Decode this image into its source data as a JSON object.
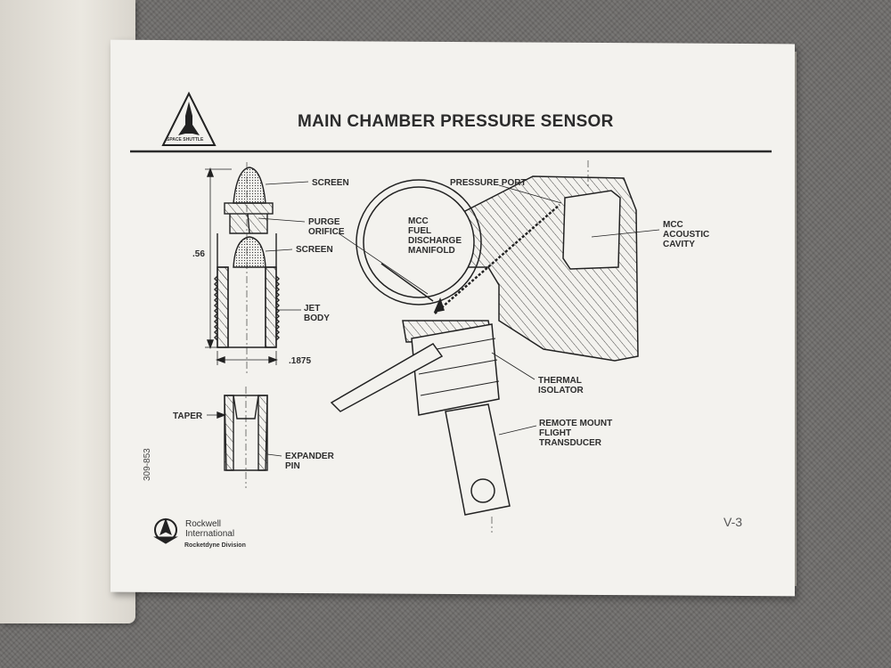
{
  "title": "MAIN CHAMBER PRESSURE SENSOR",
  "logo_text": "SPACE SHUTTLE",
  "labels": {
    "screen_top": "SCREEN",
    "purge_orifice": "PURGE\nORIFICE",
    "screen_mid": "SCREEN",
    "jet_body": "JET\nBODY",
    "dim_height": ".56",
    "dim_width": ".1875",
    "taper": "TAPER",
    "expander_pin": "EXPANDER\nPIN",
    "pressure_port": "PRESSURE PORT",
    "mcc_fuel": "MCC\nFUEL\nDISCHARGE\nMANIFOLD",
    "mcc_acoustic": "MCC\nACOUSTIC\nCAVITY",
    "thermal_isolator": "THERMAL\nISOLATOR",
    "remote_mount": "REMOTE MOUNT\nFLIGHT\nTRANSDUCER"
  },
  "footer": {
    "doc_number": "309-853",
    "company": "Rockwell\nInternational",
    "division": "Rocketdyne Division",
    "page_number": "V-3"
  }
}
